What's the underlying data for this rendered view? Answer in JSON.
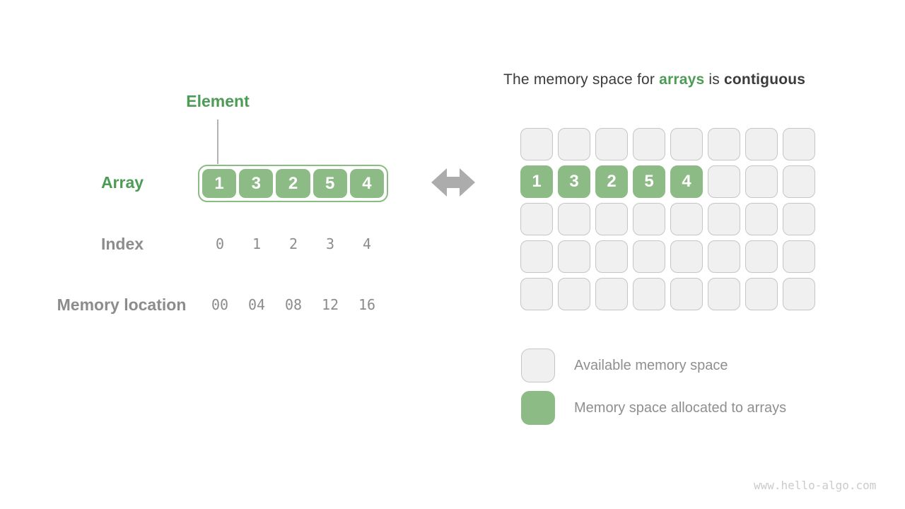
{
  "left_panel": {
    "element_label": "Element",
    "array_label": "Array",
    "array_values": [
      "1",
      "3",
      "2",
      "5",
      "4"
    ],
    "index_label": "Index",
    "index_values": [
      "0",
      "1",
      "2",
      "3",
      "4"
    ],
    "memory_label": "Memory location",
    "memory_values": [
      "00",
      "04",
      "08",
      "12",
      "16"
    ]
  },
  "title": {
    "prefix": "The memory space for ",
    "highlight": "arrays",
    "middle": " is ",
    "bold_suffix": "contiguous"
  },
  "memory_grid": {
    "columns": 8,
    "rows": 5,
    "cells": [
      [
        null,
        null,
        null,
        null,
        null,
        null,
        null,
        null
      ],
      [
        "1",
        "3",
        "2",
        "5",
        "4",
        null,
        null,
        null
      ],
      [
        null,
        null,
        null,
        null,
        null,
        null,
        null,
        null
      ],
      [
        null,
        null,
        null,
        null,
        null,
        null,
        null,
        null
      ],
      [
        null,
        null,
        null,
        null,
        null,
        null,
        null,
        null
      ]
    ]
  },
  "legend": [
    {
      "swatch": "available",
      "label": "Available memory space"
    },
    {
      "swatch": "allocated",
      "label": "Memory space allocated to arrays"
    }
  ],
  "watermark": "www.hello-algo.com",
  "colors": {
    "green_fill": "#8CBB85",
    "green_text": "#4C9C55",
    "gray_text": "#8C8C8C",
    "cell_fill": "#F0F0F0",
    "cell_border": "#C5C5C5",
    "arrow": "#ACACAC",
    "title_text": "#3B3B3B",
    "legend_text": "#8F8F8F",
    "watermark": "#CBCBCB"
  }
}
